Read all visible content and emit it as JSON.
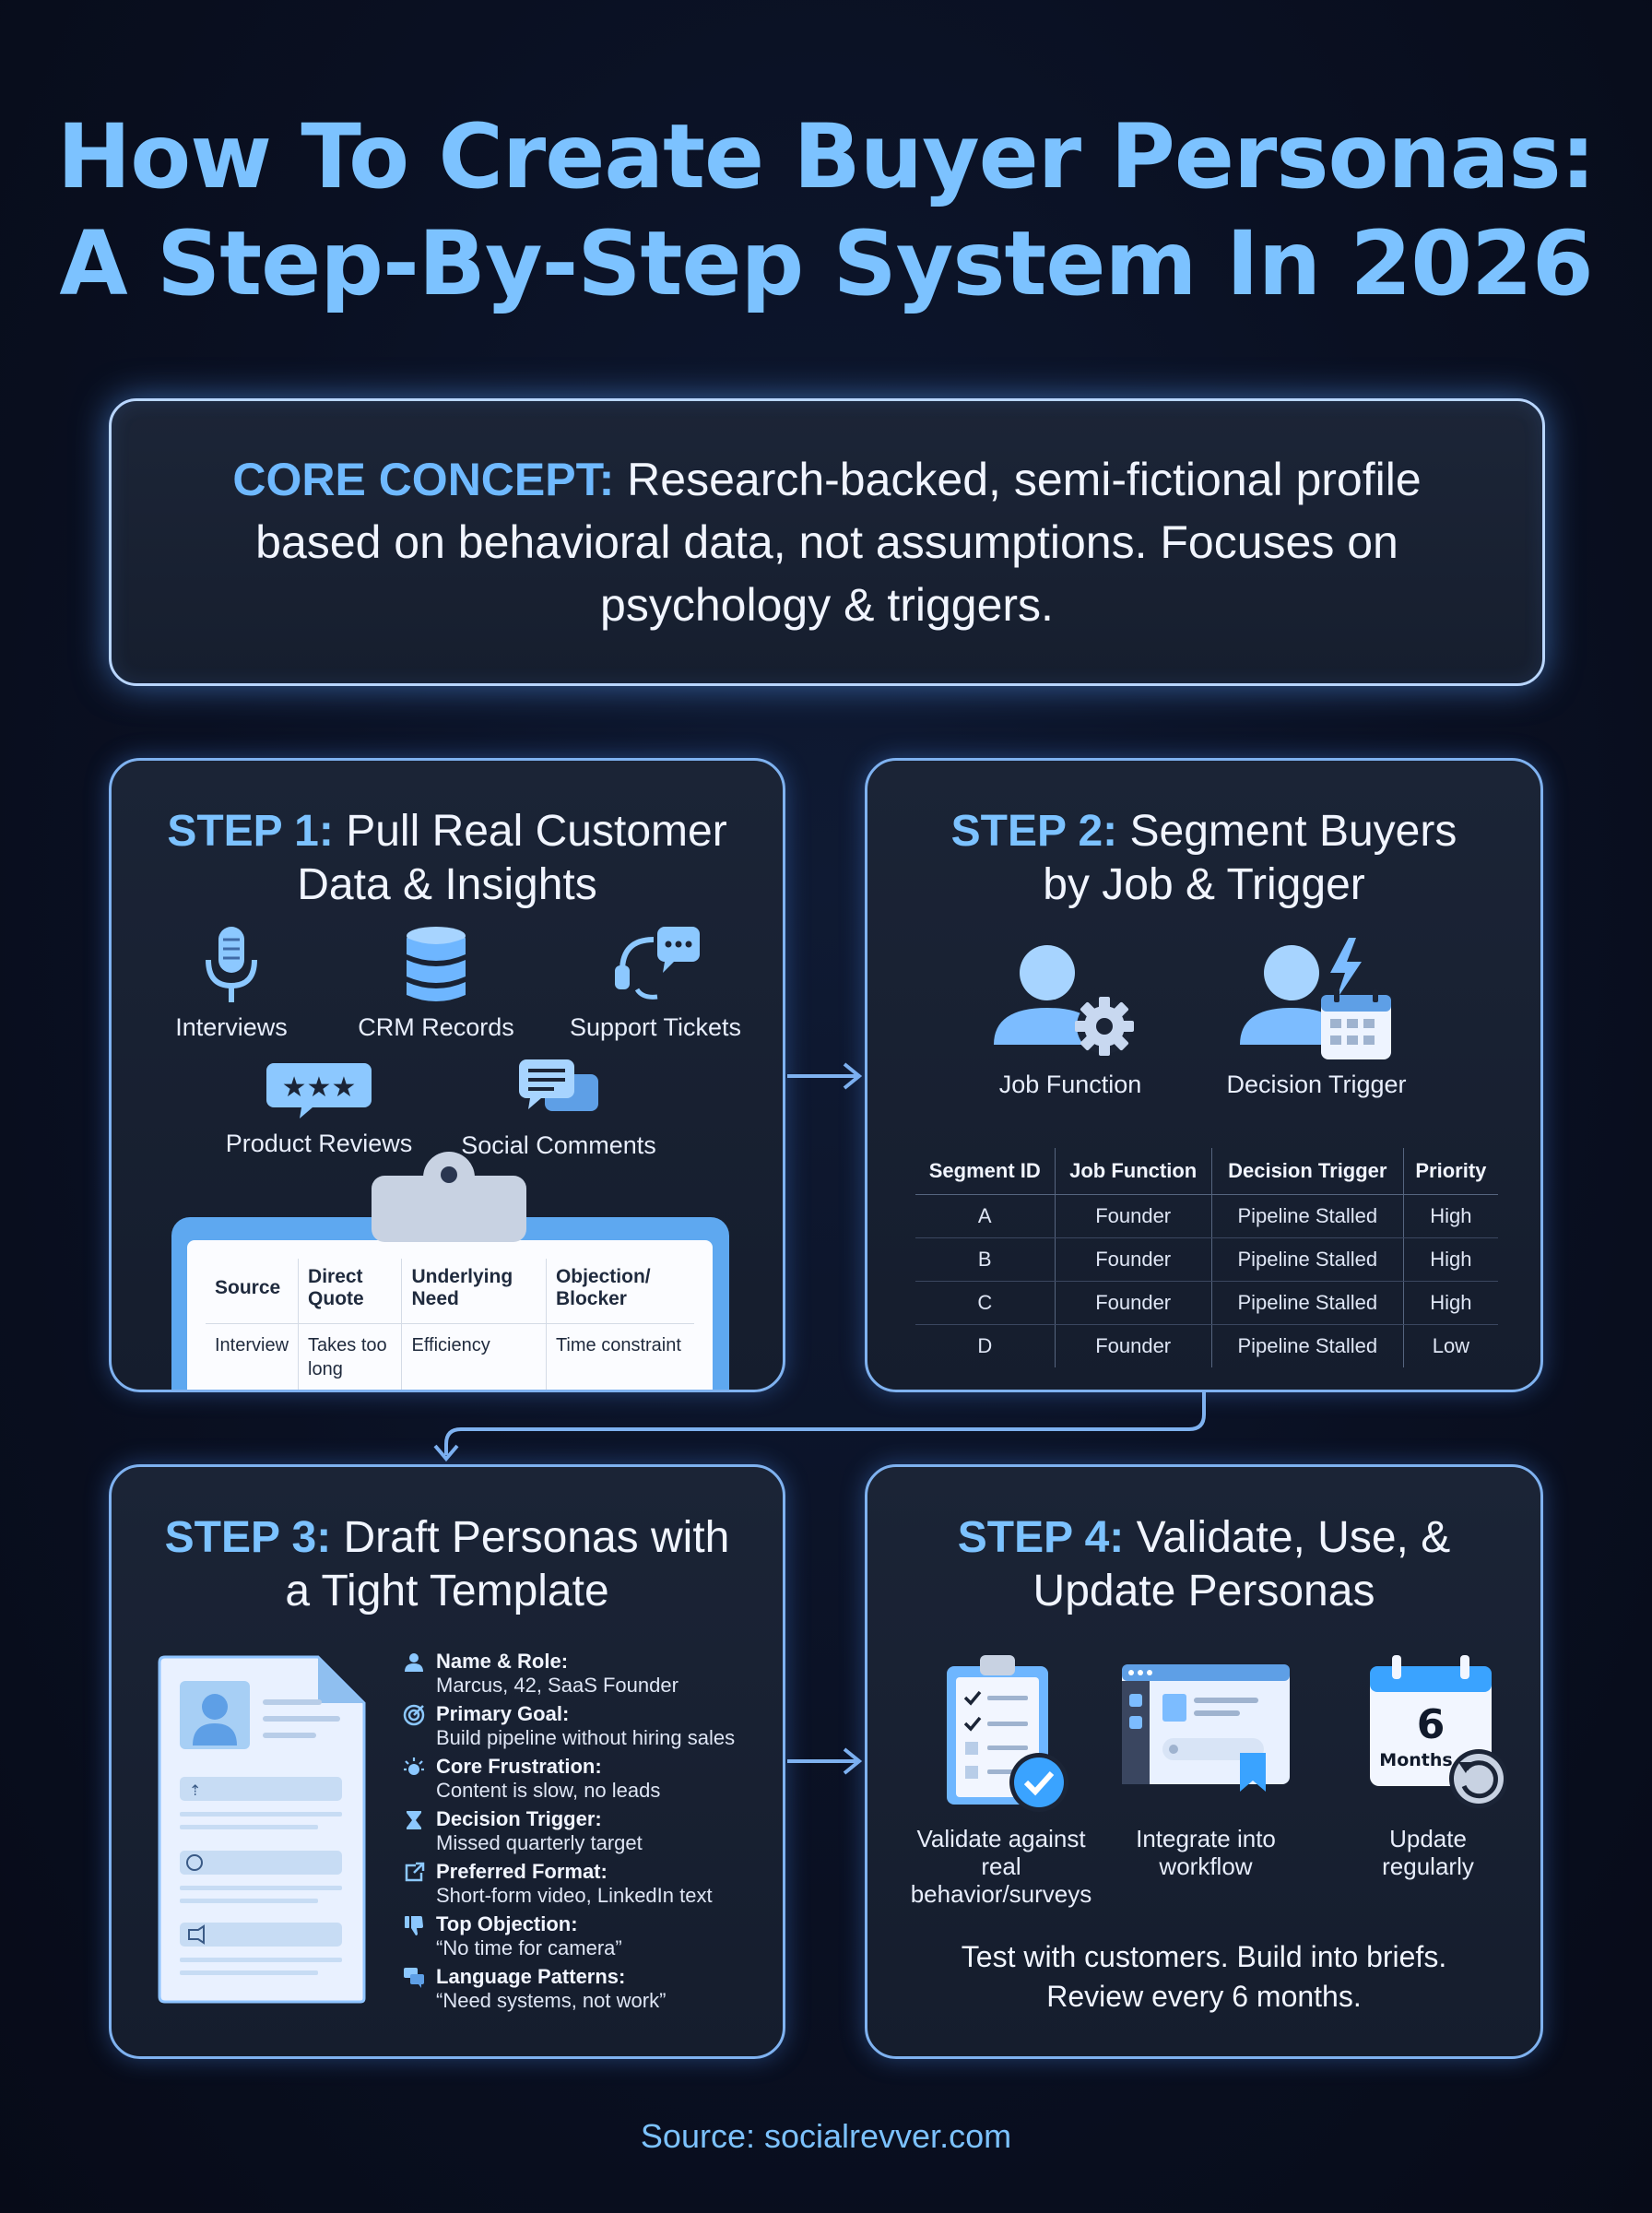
{
  "title": {
    "line1": "How To Create Buyer Personas:",
    "line2": "A Step-By-Step System In 2026"
  },
  "core_concept": {
    "label": "CORE CONCEPT:",
    "text": "Research-backed, semi-fictional profile based on behavioral data, not assumptions. Focuses on psychology & triggers."
  },
  "step1": {
    "prefix": "STEP 1:",
    "title_line1": "Pull Real Customer",
    "title_line2": "Data & Insights",
    "sources": [
      "Interviews",
      "CRM Records",
      "Support Tickets",
      "Product Reviews",
      "Social Comments"
    ],
    "table": {
      "headers": [
        "Source",
        "Direct Quote",
        "Underlying Need",
        "Objection/ Blocker"
      ],
      "rows": [
        [
          "Interview",
          "Takes too long",
          "Efficiency",
          "Time constraint"
        ]
      ]
    }
  },
  "step2": {
    "prefix": "STEP 2:",
    "title_line1": "Segment Buyers",
    "title_line2": "by Job & Trigger",
    "icons": [
      "Job Function",
      "Decision Trigger"
    ],
    "table": {
      "headers": [
        "Segment ID",
        "Job Function",
        "Decision Trigger",
        "Priority"
      ],
      "rows": [
        [
          "A",
          "Founder",
          "Pipeline Stalled",
          "High"
        ],
        [
          "B",
          "Founder",
          "Pipeline Stalled",
          "High"
        ],
        [
          "C",
          "Founder",
          "Pipeline Stalled",
          "High"
        ],
        [
          "D",
          "Founder",
          "Pipeline Stalled",
          "Low"
        ]
      ]
    }
  },
  "step3": {
    "prefix": "STEP 3:",
    "title_line1": "Draft Personas with",
    "title_line2": "a Tight Template",
    "fields": [
      {
        "label": "Name & Role:",
        "value": "Marcus, 42, SaaS Founder",
        "icon": "person-icon"
      },
      {
        "label": "Primary Goal:",
        "value": "Build pipeline without hiring sales",
        "icon": "target-icon"
      },
      {
        "label": "Core Frustration:",
        "value": "Content is slow, no leads",
        "icon": "frustration-icon"
      },
      {
        "label": "Decision Trigger:",
        "value": "Missed quarterly target",
        "icon": "hourglass-icon"
      },
      {
        "label": "Preferred Format:",
        "value": "Short-form video, LinkedIn text",
        "icon": "share-icon"
      },
      {
        "label": "Top Objection:",
        "value": "“No time for camera”",
        "icon": "thumbs-down-icon"
      },
      {
        "label": "Language Patterns:",
        "value": "“Need systems, not work”",
        "icon": "chat-icon"
      }
    ]
  },
  "step4": {
    "prefix": "STEP 4:",
    "title_line1": "Validate, Use, &",
    "title_line2": "Update Personas",
    "items": [
      {
        "line1": "Validate against real",
        "line2": "behavior/surveys"
      },
      {
        "line1": "Integrate into",
        "line2": "workflow"
      },
      {
        "line1": "Update",
        "line2": "regularly"
      }
    ],
    "calendar_number": "6",
    "calendar_unit": "Months",
    "footer_line1": "Test with customers. Build into briefs.",
    "footer_line2": "Review every 6 months."
  },
  "source": "Source: socialrevver.com",
  "colors": {
    "accent": "#7cc2ff",
    "card_border": "#7fb2f0",
    "icon_blue": "#6eb6ff",
    "background": "#0a1022"
  }
}
